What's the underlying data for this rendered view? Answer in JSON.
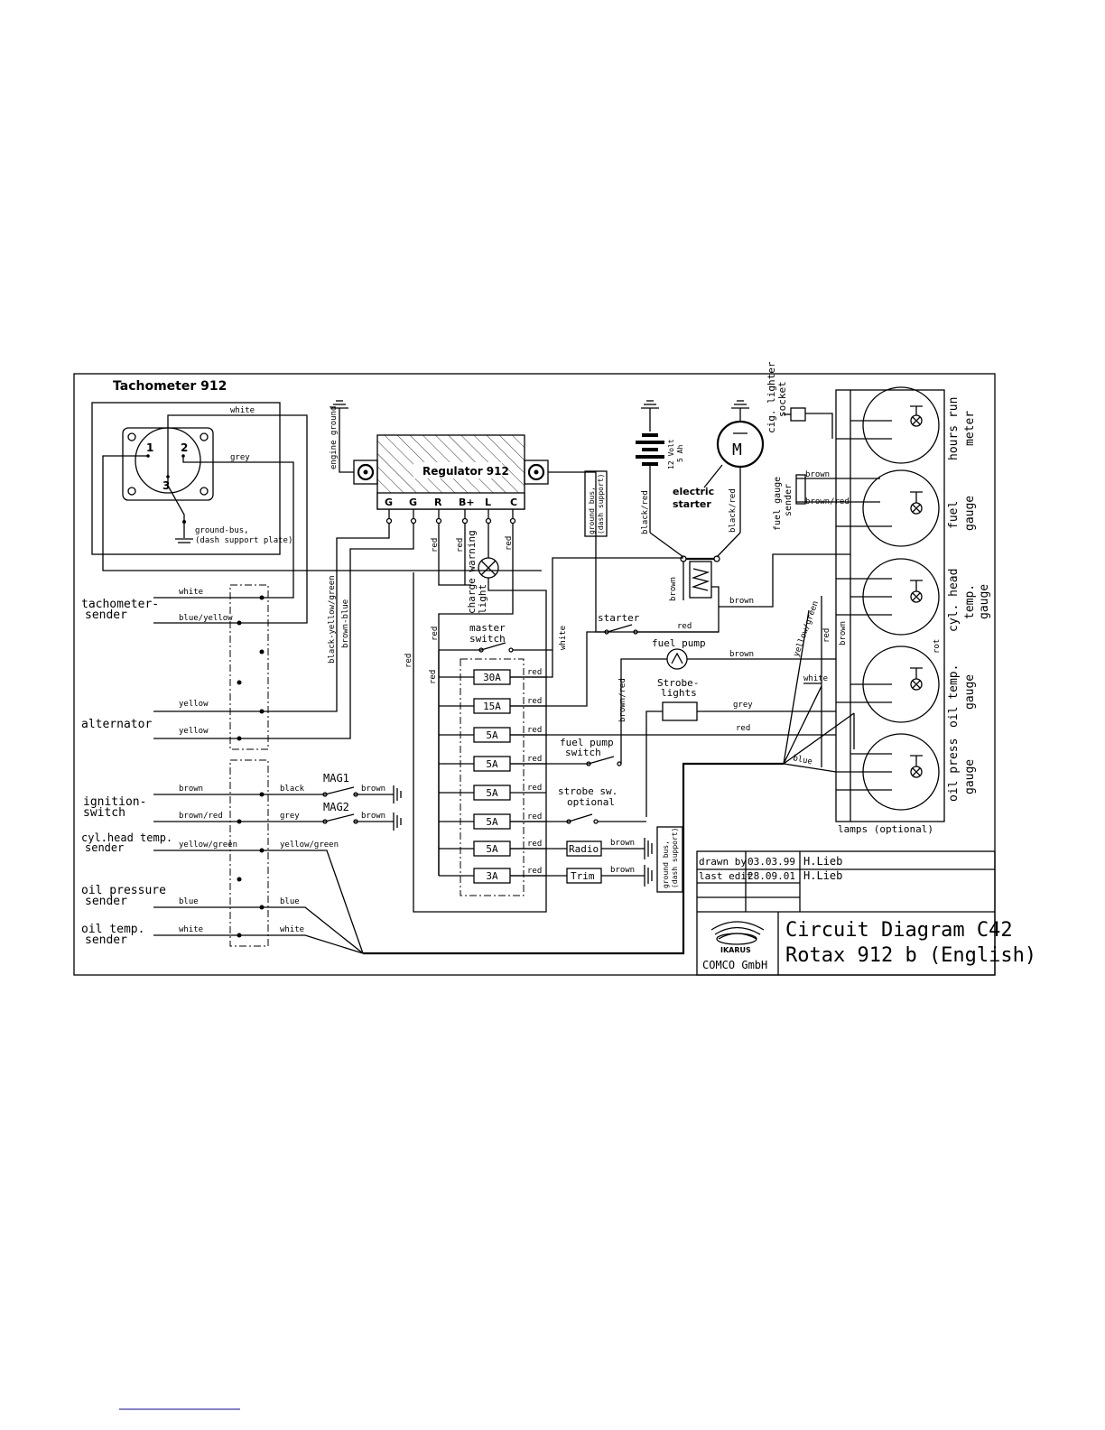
{
  "title_block": {
    "title_line1": "Circuit Diagram C42",
    "title_line2": "Rotax 912 b (English)",
    "company": "COMCO GmbH",
    "logo_text": "IKARUS",
    "drawn_by_label": "drawn by",
    "drawn_by_date": "03.03.99",
    "drawn_by_name": "H.Lieb",
    "last_edit_label": "last edit",
    "last_edit_date": "28.09.01",
    "last_edit_name": "H.Lieb"
  },
  "tachometer": {
    "title": "Tachometer 912",
    "pin1": "1",
    "pin2": "2",
    "pin3": "3",
    "wire_white": "white",
    "wire_grey": "grey",
    "ground_bus_1": "ground-bus,",
    "ground_bus_2": "(dash support plate)"
  },
  "regulator": {
    "title": "Regulator  912",
    "terminals": [
      "G",
      "G",
      "R",
      "B+",
      "L",
      "C"
    ],
    "engine_ground": "engine ground",
    "ground_bus_1": "ground bus,",
    "ground_bus_2": "(dash support)"
  },
  "components": {
    "battery_1": "12 Volt",
    "battery_2": "5 Ah",
    "motor_symbol": "M",
    "starter_1": "electric",
    "starter_2": "starter",
    "cig_1": "cig. lighter",
    "cig_2": "socket",
    "fuel_sender_1": "fuel gauge",
    "fuel_sender_2": "sender",
    "charge_1": "charge warning",
    "charge_2": "light",
    "master_1": "master",
    "master_2": "switch",
    "starter_switch": "starter",
    "fuel_pump": "fuel pump",
    "strobe_1": "Strobe-",
    "strobe_2": "lights",
    "fuel_pump_sw_1": "fuel pump",
    "fuel_pump_sw_2": "switch",
    "strobe_sw_1": "strobe sw.",
    "strobe_sw_2": "optional",
    "radio": "Radio",
    "trim": "Trim",
    "mag1": "MAG1",
    "mag2": "MAG2",
    "lamps": "lamps (optional)"
  },
  "fuses": [
    "30A",
    "15A",
    "5A",
    "5A",
    "5A",
    "5A",
    "5A",
    "3A"
  ],
  "gauges": [
    {
      "l1": "hours run",
      "l2": "meter"
    },
    {
      "l1": "fuel",
      "l2": "gauge"
    },
    {
      "l1": "cyl. head",
      "l2": "temp.",
      "l3": "gauge"
    },
    {
      "l1": "oil temp.",
      "l2": "gauge"
    },
    {
      "l1": "oil press",
      "l2": "gauge"
    }
  ],
  "left_labels": {
    "tacho_sender_1": "tachometer-",
    "tacho_sender_2": "sender",
    "alternator": "alternator",
    "ignition_1": "ignition-",
    "ignition_2": "switch",
    "cyl_1": "cyl.head temp.",
    "cyl_2": "sender",
    "oilp_1": "oil pressure",
    "oilp_2": "sender",
    "oilt_1": "oil temp.",
    "oilt_2": "sender"
  },
  "wires": {
    "white": "white",
    "blue_yellow": "blue/yellow",
    "yellow": "yellow",
    "brown": "brown",
    "brown_red": "brown/red",
    "black": "black",
    "grey": "grey",
    "yellow_green": "yellow/green",
    "blue": "blue",
    "red": "red",
    "black_red": "black/red",
    "black_yellow_green": "black-yellow/green",
    "brown_blue": "brown-blue",
    "rot": "rot"
  }
}
